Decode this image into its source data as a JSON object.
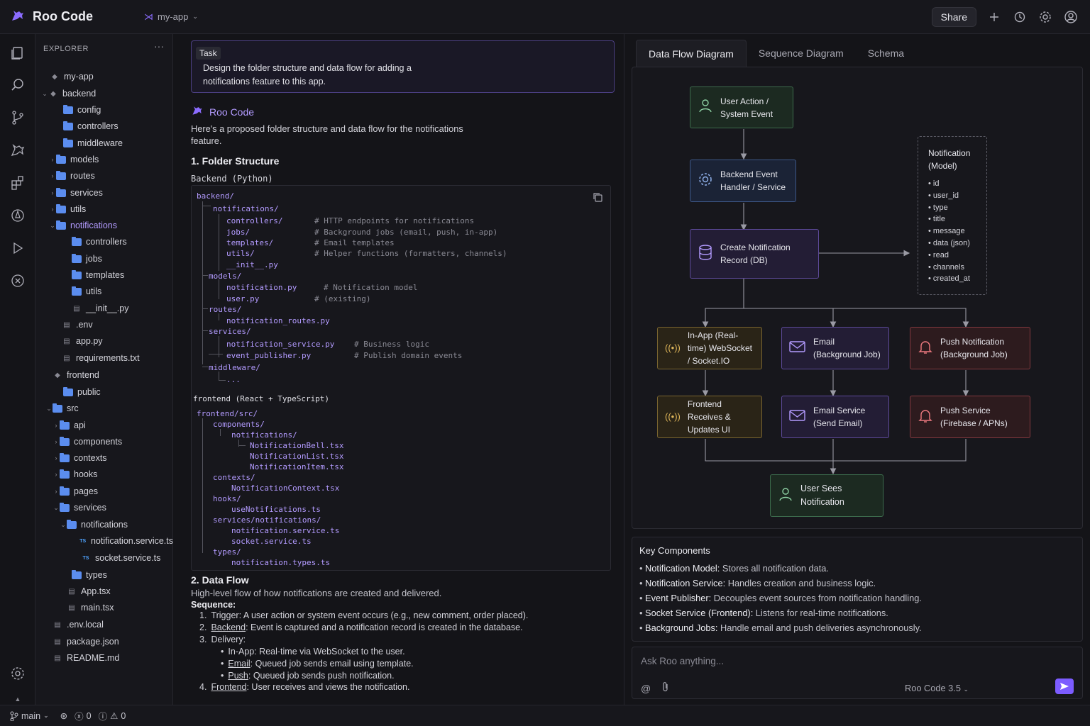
{
  "app": {
    "name": "Roo Code",
    "project": "my-app"
  },
  "topbar": {
    "share_label": "Share"
  },
  "explorer": {
    "title": "EXPLORER",
    "more": "···",
    "items": [
      {
        "label": "my-app",
        "kind": "root"
      },
      {
        "label": "backend",
        "kind": "pkg"
      },
      {
        "label": "config",
        "kind": "folder"
      },
      {
        "label": "controllers",
        "kind": "folder"
      },
      {
        "label": "middleware",
        "kind": "folder"
      },
      {
        "label": "models",
        "kind": "folder"
      },
      {
        "label": "routes",
        "kind": "folder"
      },
      {
        "label": "services",
        "kind": "folder"
      },
      {
        "label": "utils",
        "kind": "folder"
      },
      {
        "label": "notifications",
        "kind": "folder"
      },
      {
        "label": "controllers",
        "kind": "folder"
      },
      {
        "label": "jobs",
        "kind": "folder"
      },
      {
        "label": "templates",
        "kind": "folder"
      },
      {
        "label": "utils",
        "kind": "folder"
      },
      {
        "label": "__init__.py",
        "kind": "file"
      },
      {
        "label": ".env",
        "kind": "file"
      },
      {
        "label": "app.py",
        "kind": "file"
      },
      {
        "label": "requirements.txt",
        "kind": "file"
      },
      {
        "label": "frontend",
        "kind": "pkg"
      },
      {
        "label": "public",
        "kind": "folder"
      },
      {
        "label": "src",
        "kind": "folder"
      },
      {
        "label": "api",
        "kind": "folder"
      },
      {
        "label": "components",
        "kind": "folder"
      },
      {
        "label": "contexts",
        "kind": "folder"
      },
      {
        "label": "hooks",
        "kind": "folder"
      },
      {
        "label": "pages",
        "kind": "folder"
      },
      {
        "label": "services",
        "kind": "folder"
      },
      {
        "label": "notifications",
        "kind": "folder"
      },
      {
        "label": "notification.service.ts",
        "kind": "ts"
      },
      {
        "label": "socket.service.ts",
        "kind": "ts"
      },
      {
        "label": "types",
        "kind": "folder"
      },
      {
        "label": "App.tsx",
        "kind": "file"
      },
      {
        "label": "main.tsx",
        "kind": "file"
      },
      {
        "label": ".env.local",
        "kind": "file"
      },
      {
        "label": "package.json",
        "kind": "file"
      },
      {
        "label": "README.md",
        "kind": "file"
      }
    ]
  },
  "chat": {
    "task_tag": "Task",
    "task_text": "Design the folder structure and data flow for adding a notifications feature to this app.",
    "assistant_name": "Roo Code",
    "intro": "Here's a proposed folder structure and data flow for the notifications feature.",
    "section1": "1. Folder Structure",
    "backend_label": "Backend (Python)",
    "backend_code": [
      "backend/",
      "notifications/",
      "controllers/",
      "jobs/",
      "templates/",
      "utils/",
      "__init__.py",
      "models/",
      "notification.py",
      "user.py",
      "routes/",
      "notification_routes.py",
      "services/",
      "notification_service.py",
      "event_publisher.py",
      "middleware/",
      "..."
    ],
    "backend_comments": [
      "# HTTP endpoints for notifications",
      "# Background jobs (email, push, in-app)",
      "# Email templates",
      "# Helper functions (formatters, channels)",
      "# Notification model",
      "# (existing)",
      "# Business logic",
      "# Publish domain events"
    ],
    "frontend_label": "frontend (React + TypeScript)",
    "frontend_code": [
      "frontend/src/",
      "components/",
      "notifications/",
      "NotificationBell.tsx",
      "NotificationList.tsx",
      "NotificationItem.tsx",
      "contexts/",
      "NotificationContext.tsx",
      "hooks/",
      "useNotifications.ts",
      "services/notifications/",
      "notification.service.ts",
      "socket.service.ts",
      "types/",
      "notification.types.ts"
    ],
    "section2": "2. Data Flow",
    "flow_desc": "High-level flow of how notifications are created and delivered.",
    "sequence_label": "Sequence:",
    "seq": [
      {
        "num": "1.",
        "key": "",
        "text": "Trigger: A user action or system event occurs (e.g., new comment, order placed)."
      },
      {
        "num": "2.",
        "key": "Backend",
        "text": ": Event is captured and a notification record is created in the database."
      },
      {
        "num": "3.",
        "key": "",
        "text": "Delivery:"
      },
      {
        "num": "•",
        "key": "",
        "text": "In-App: Real-time via WebSocket to the user."
      },
      {
        "num": "•",
        "key": "Email",
        "text": ": Queued job sends email using template."
      },
      {
        "num": "•",
        "key": "Push",
        "text": ": Queued job sends push notification."
      },
      {
        "num": "4.",
        "key": "Frontend",
        "text": ": User receives and views the notification."
      }
    ]
  },
  "diagram": {
    "tabs": [
      "Data Flow Diagram",
      "Sequence Diagram",
      "Schema"
    ],
    "nodes": {
      "user_action": "User Action / System Event",
      "backend_event": "Backend Event Handler / Service",
      "create_record": "Create Notification Record (DB)",
      "inapp": "In-App (Real-time) WebSocket / Socket.IO",
      "email": "Email (Background Job)",
      "push": "Push Notification (Background Job)",
      "frontend_receives": "Frontend Receives & Updates UI",
      "email_service": "Email Service (Send Email)",
      "push_service": "Push Service (Firebase / APNs)",
      "user_sees": "User Sees Notification"
    },
    "model": {
      "title": "Notification (Model)",
      "fields": [
        "id",
        "user_id",
        "type",
        "title",
        "message",
        "data (json)",
        "read",
        "channels",
        "created_at"
      ]
    },
    "colors": {
      "green": "#3c6b4c",
      "blue": "#3e5889",
      "purple": "#5d4a99",
      "amber": "#7a6530",
      "red": "#82393f",
      "accent": "#7c5cff"
    }
  },
  "key_components": {
    "title": "Key Components",
    "items": [
      {
        "name": "Notification Model:",
        "desc": " Stores all notification data."
      },
      {
        "name": "Notification Service:",
        "desc": " Handles creation and business logic."
      },
      {
        "name": "Event Publisher:",
        "desc": " Decouples event sources from notification handling."
      },
      {
        "name": "Socket Service (Frontend):",
        "desc": " Listens for real-time notifications."
      },
      {
        "name": "Background Jobs:",
        "desc": " Handle email and push deliveries asynchronously."
      }
    ]
  },
  "ask": {
    "placeholder": "Ask Roo anything...",
    "model": "Roo Code 3.5"
  },
  "statusbar": {
    "branch": "main",
    "errors": "0",
    "warnings": "0"
  }
}
